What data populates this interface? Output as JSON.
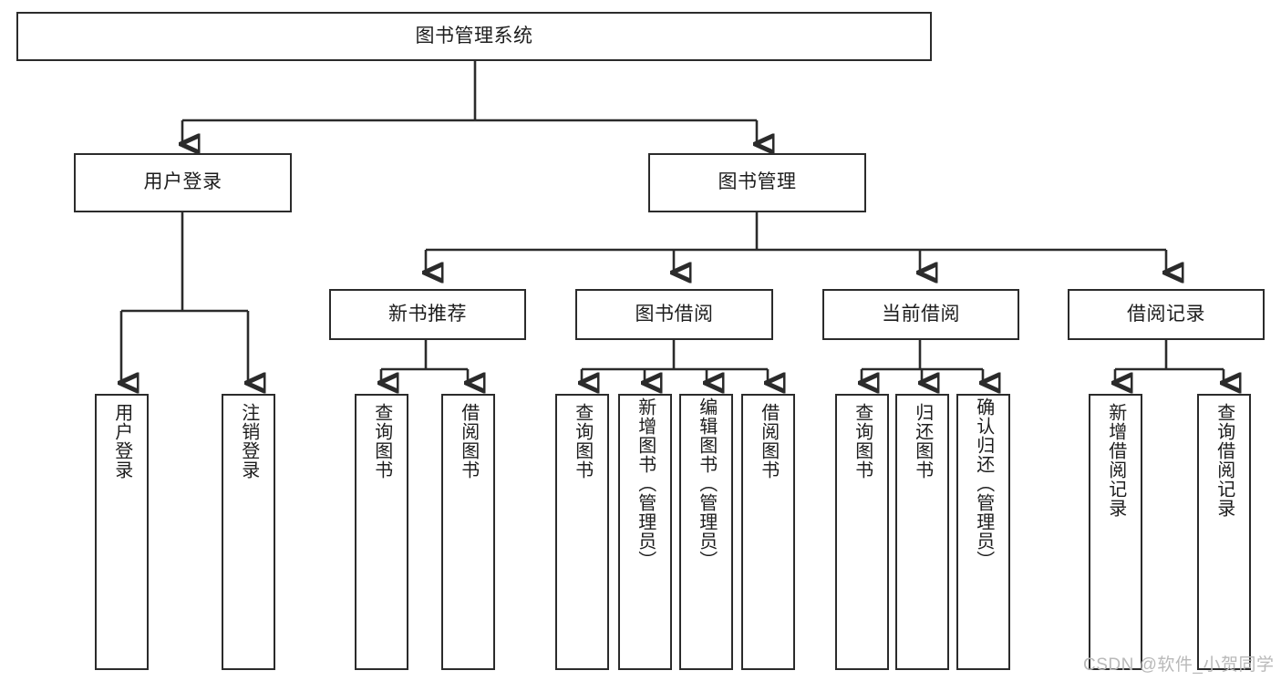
{
  "diagram": {
    "title": "图书管理系统",
    "root": {
      "id": "root",
      "label": "图书管理系统"
    },
    "level2": [
      {
        "id": "user-login",
        "label": "用户登录"
      },
      {
        "id": "book-management",
        "label": "图书管理"
      }
    ],
    "level3": [
      {
        "id": "new-book-recommend",
        "label": "新书推荐"
      },
      {
        "id": "book-borrow",
        "label": "图书借阅"
      },
      {
        "id": "current-borrow",
        "label": "当前借阅"
      },
      {
        "id": "borrow-record",
        "label": "借阅记录"
      }
    ],
    "leaves": {
      "user_login": [
        {
          "id": "leaf-user-login",
          "label": "用户登录"
        },
        {
          "id": "leaf-logout-login",
          "label": "注销登录"
        }
      ],
      "new_book_recommend": [
        {
          "id": "leaf-query-book-1",
          "label": "查询图书"
        },
        {
          "id": "leaf-borrow-book-1",
          "label": "借阅图书"
        }
      ],
      "book_borrow": [
        {
          "id": "leaf-query-book-2",
          "label": "查询图书"
        },
        {
          "id": "leaf-add-book",
          "label": "新增图书（管理员）"
        },
        {
          "id": "leaf-edit-book",
          "label": "编辑图书（管理员）"
        },
        {
          "id": "leaf-borrow-book-2",
          "label": "借阅图书"
        }
      ],
      "current_borrow": [
        {
          "id": "leaf-query-book-3",
          "label": "查询图书"
        },
        {
          "id": "leaf-return-book",
          "label": "归还图书"
        },
        {
          "id": "leaf-confirm-return",
          "label": "确认归还（管理员）"
        }
      ],
      "borrow_record": [
        {
          "id": "leaf-add-record",
          "label": "新增借阅记录"
        },
        {
          "id": "leaf-query-record",
          "label": "查询借阅记录"
        }
      ]
    }
  },
  "watermark": {
    "text": "CSDN @软件_小贺同学"
  },
  "colors": {
    "box_border": "#2b2b2b",
    "line": "#2b2b2b",
    "background": "#ffffff",
    "text": "#1d1d1d",
    "watermark": "#b9b9b9"
  }
}
